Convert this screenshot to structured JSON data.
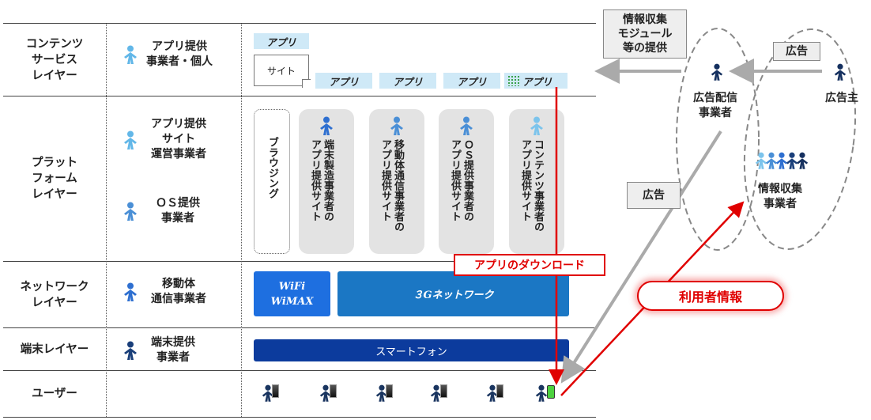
{
  "layers": [
    {
      "name": "コンテンツ\nサービス\nレイヤー"
    },
    {
      "name": "プラット\nフォーム\nレイヤー"
    },
    {
      "name": "ネットワーク\nレイヤー"
    },
    {
      "name": "端末レイヤー"
    },
    {
      "name": "ユーザー"
    }
  ],
  "actors": {
    "content": "アプリ提供\n事業者・個人",
    "platform_site": "アプリ提供\nサイト\n運営事業者",
    "platform_os": "ＯＳ提供\n事業者",
    "network": "移動体\n通信事業者",
    "device": "端末提供\n事業者"
  },
  "content_layer": {
    "app_label": "アプリ",
    "site_label": "サイト"
  },
  "platform_layer": {
    "browsing": "ブラウジング",
    "columns": [
      "端末製造事業者の\nアプリ提供サイト",
      "移動体通信事業者の\nアプリ提供サイト",
      "ＯＳ提供事業者の\nアプリ提供サイト",
      "コンテンツ事業者の\nアプリ提供サイト"
    ]
  },
  "network_layer": {
    "wifi": "WiFi\nWiMAX",
    "g3": "３Gネットワーク"
  },
  "device_layer": {
    "smartphone": "スマートフォン"
  },
  "right": {
    "module": "情報収集\nモジュール\n等の提供",
    "ad_top": "広告",
    "ad_dist": "広告配信\n事業者",
    "advertiser": "広告主",
    "collector": "情報収集\n事業者",
    "ad_mid": "広告",
    "download": "アプリのダウンロード",
    "user_info": "利用者情報"
  },
  "colors": {
    "light_blue": "#62b7e8",
    "mid_blue": "#4a8fd6",
    "dark_navy": "#15305f",
    "wifi": "#1e6fe0",
    "g3": "#1b77c4",
    "smartphone": "#0c3b9d",
    "red": "#e00000"
  }
}
